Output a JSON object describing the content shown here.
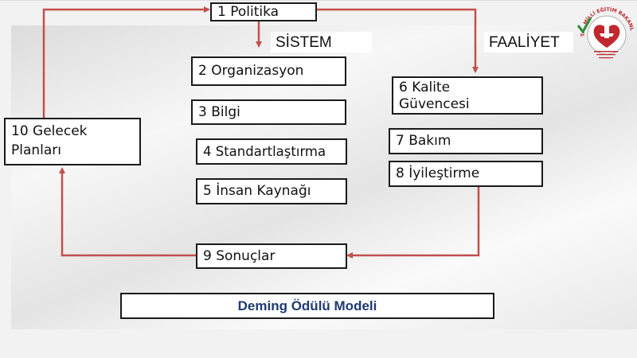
{
  "diagram": {
    "headers": {
      "sistem": "SİSTEM",
      "faaliyet": "FAALİYET"
    },
    "nodes": {
      "politika": "1 Politika",
      "organizasyon": "2 Organizasyon",
      "bilgi": "3 Bilgi",
      "standartlastirma": "4 Standartlaştırma",
      "insan_kaynagi": "5 İnsan Kaynağı",
      "kalite_line1": "6 Kalite",
      "kalite_line2": "Güvencesi",
      "bakim": "7 Bakım",
      "iyilestirme": "8 İyileştirme",
      "sonuclar": "9 Sonuçlar",
      "gelecek_line1": "10 Gelecek",
      "gelecek_line2": "Planları"
    },
    "caption": "Deming Ödülü Modeli",
    "arrow_color": "#c0504d"
  },
  "logo": {
    "ring_text": "T.C. MİLLİ EĞİTİM BAKANLIĞI",
    "accent_color": "#c0282d",
    "check_color": "#2e8b3a"
  }
}
